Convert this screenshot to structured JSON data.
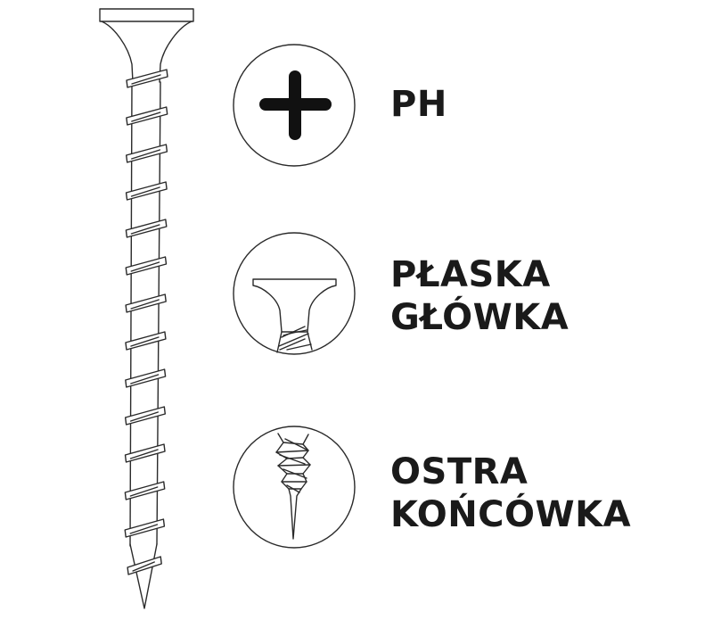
{
  "features": [
    {
      "id": "ph",
      "icon": "phillips-cross-icon",
      "lines": [
        "PH"
      ]
    },
    {
      "id": "flat-head",
      "icon": "flat-head-icon",
      "lines": [
        "PŁASKA",
        "GŁÓWKA"
      ]
    },
    {
      "id": "sharp-tip",
      "icon": "sharp-tip-icon",
      "lines": [
        "OSTRA",
        "KOŃCÓWKA"
      ]
    }
  ],
  "colors": {
    "stroke": "#2a2a2a",
    "text": "#1a1a1a",
    "background": "#ffffff"
  }
}
